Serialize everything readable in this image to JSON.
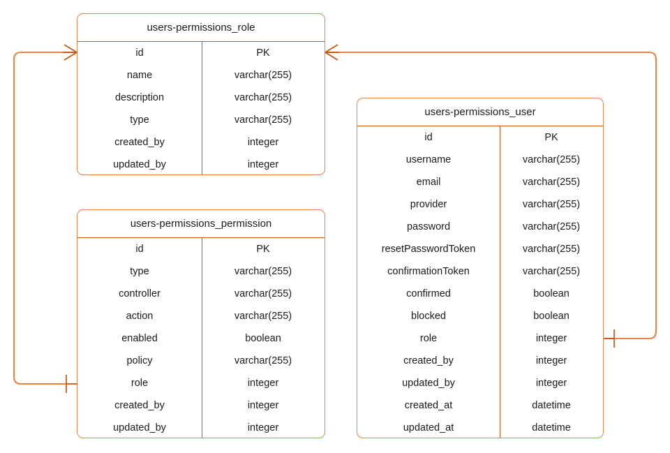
{
  "diagram": {
    "kind": "entity-relationship-diagram",
    "colors": {
      "outer_border": "#e8834a",
      "inner_rule": "#c9540f",
      "connector": "#e8834a",
      "crowsfoot": "#c9540f",
      "text": "#1a1a1a",
      "background": "#ffffff"
    },
    "tables": [
      {
        "id": "role",
        "name": "users-permissions_role",
        "fields": [
          {
            "name": "id",
            "type": "PK"
          },
          {
            "name": "name",
            "type": "varchar(255)"
          },
          {
            "name": "description",
            "type": "varchar(255)"
          },
          {
            "name": "type",
            "type": "varchar(255)"
          },
          {
            "name": "created_by",
            "type": "integer"
          },
          {
            "name": "updated_by",
            "type": "integer"
          }
        ]
      },
      {
        "id": "permission",
        "name": "users-permissions_permission",
        "fields": [
          {
            "name": "id",
            "type": "PK"
          },
          {
            "name": "type",
            "type": "varchar(255)"
          },
          {
            "name": "controller",
            "type": "varchar(255)"
          },
          {
            "name": "action",
            "type": "varchar(255)"
          },
          {
            "name": "enabled",
            "type": "boolean"
          },
          {
            "name": "policy",
            "type": "varchar(255)"
          },
          {
            "name": "role",
            "type": "integer"
          },
          {
            "name": "created_by",
            "type": "integer"
          },
          {
            "name": "updated_by",
            "type": "integer"
          }
        ]
      },
      {
        "id": "user",
        "name": "users-permissions_user",
        "fields": [
          {
            "name": "id",
            "type": "PK"
          },
          {
            "name": "username",
            "type": "varchar(255)"
          },
          {
            "name": "email",
            "type": "varchar(255)"
          },
          {
            "name": "provider",
            "type": "varchar(255)"
          },
          {
            "name": "password",
            "type": "varchar(255)"
          },
          {
            "name": "resetPasswordToken",
            "type": "varchar(255)"
          },
          {
            "name": "confirmationToken",
            "type": "varchar(255)"
          },
          {
            "name": "confirmed",
            "type": "boolean"
          },
          {
            "name": "blocked",
            "type": "boolean"
          },
          {
            "name": "role",
            "type": "integer"
          },
          {
            "name": "created_by",
            "type": "integer"
          },
          {
            "name": "updated_by",
            "type": "integer"
          },
          {
            "name": "created_at",
            "type": "datetime"
          },
          {
            "name": "updated_at",
            "type": "datetime"
          }
        ]
      }
    ],
    "relationships": [
      {
        "id": "role-to-permission",
        "from_table": "users-permissions_role",
        "from_field": "id",
        "to_table": "users-permissions_permission",
        "to_field": "role",
        "from_marker": "crows-foot",
        "to_marker": "one-tick"
      },
      {
        "id": "role-to-user",
        "from_table": "users-permissions_role",
        "from_field": "id",
        "to_table": "users-permissions_user",
        "to_field": "role",
        "from_marker": "crows-foot",
        "to_marker": "one-tick"
      }
    ]
  }
}
